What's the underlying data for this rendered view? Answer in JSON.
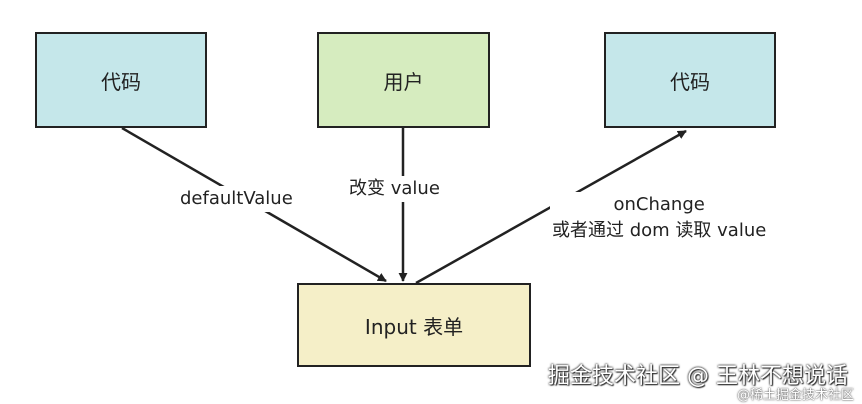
{
  "colors": {
    "code_box": "#c5e7ea",
    "user_box": "#d6ecbf",
    "input_box": "#f5efc8",
    "stroke": "#222222"
  },
  "nodes": {
    "code_left": "代码",
    "user": "用户",
    "code_right": "代码",
    "input": "Input 表单"
  },
  "edges": {
    "default_value": "defaultValue",
    "change_value": "改变 value",
    "on_change_line1": "onChange",
    "on_change_line2": "或者通过 dom 读取 value"
  },
  "watermark": {
    "main": "掘金技术社区 @ 王林不想说话",
    "sub": "@稀土掘金技术社区"
  }
}
